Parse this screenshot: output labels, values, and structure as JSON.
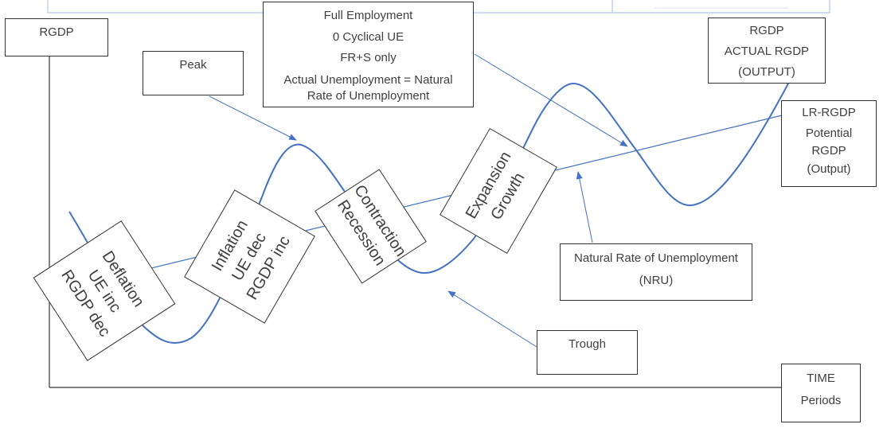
{
  "colors": {
    "curve": "#4472c4",
    "axis": "#333333",
    "text": "#404040",
    "arrow": "#4472c4"
  },
  "labels": {
    "rgdp_axis": "RGDP",
    "peak": "Peak",
    "full_employment": [
      "Full Employment",
      "0 Cyclical UE",
      "FR+S only",
      "Actual Unemployment = Natural",
      "Rate of Unemployment"
    ],
    "actual_rgdp": [
      "RGDP",
      "ACTUAL RGDP",
      "(OUTPUT)"
    ],
    "lr_rgdp": [
      "LR-RGDP",
      "Potential",
      "RGDP",
      "(Output)"
    ],
    "nru": [
      "Natural Rate of Unemployment",
      "(NRU)"
    ],
    "trough": "Trough",
    "time": [
      "TIME",
      "Periods"
    ],
    "deflation": [
      "Deflation",
      "UE inc",
      "RGDP dec"
    ],
    "inflation": [
      "Inflation",
      "UE dec",
      "RGDP inc"
    ],
    "contraction": [
      "Contraction",
      "Recession"
    ],
    "expansion": [
      "Expansion",
      "Growth"
    ]
  }
}
